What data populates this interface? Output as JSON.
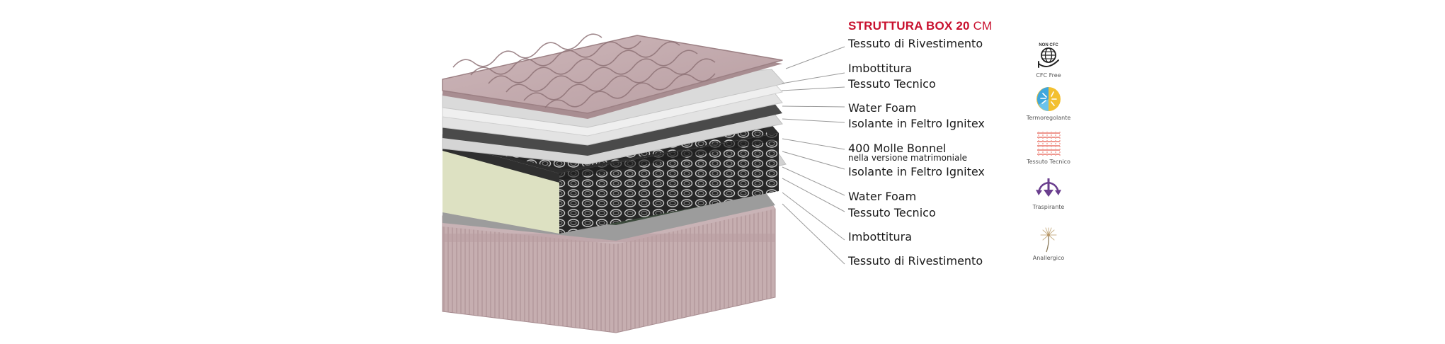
{
  "heading": {
    "title": "STRUTTURA BOX 20",
    "unit": "CM"
  },
  "layers": [
    "Tessuto di Rivestimento",
    "Imbottitura",
    "Tessuto Tecnico",
    "Water Foam",
    "Isolante in Feltro Ignitex",
    "400 Molle Bonnel",
    "Isolante in Feltro Ignitex",
    "Water Foam",
    "Tessuto Tecnico",
    "Imbottitura",
    "Tessuto di Rivestimento"
  ],
  "spring_note": "nella versione matrimoniale",
  "features": [
    {
      "label": "CFC Free",
      "badge": "NON CFC",
      "icon": "globe-hand-icon"
    },
    {
      "label": "Termoregolante",
      "icon": "thermoregulating-icon"
    },
    {
      "label": "Tessuto Tecnico",
      "icon": "technical-fabric-icon"
    },
    {
      "label": "Traspirante",
      "icon": "breathable-arrows-icon"
    },
    {
      "label": "Anallergico",
      "icon": "dandelion-icon"
    }
  ],
  "colors": {
    "title_red": "#c8102e",
    "fabric": "#cbb4b6",
    "foam": "#e3e6c8",
    "felt": "#4a4a4a",
    "green_layer": "#7c8f70",
    "leader_lines": "#9a9a9a"
  }
}
